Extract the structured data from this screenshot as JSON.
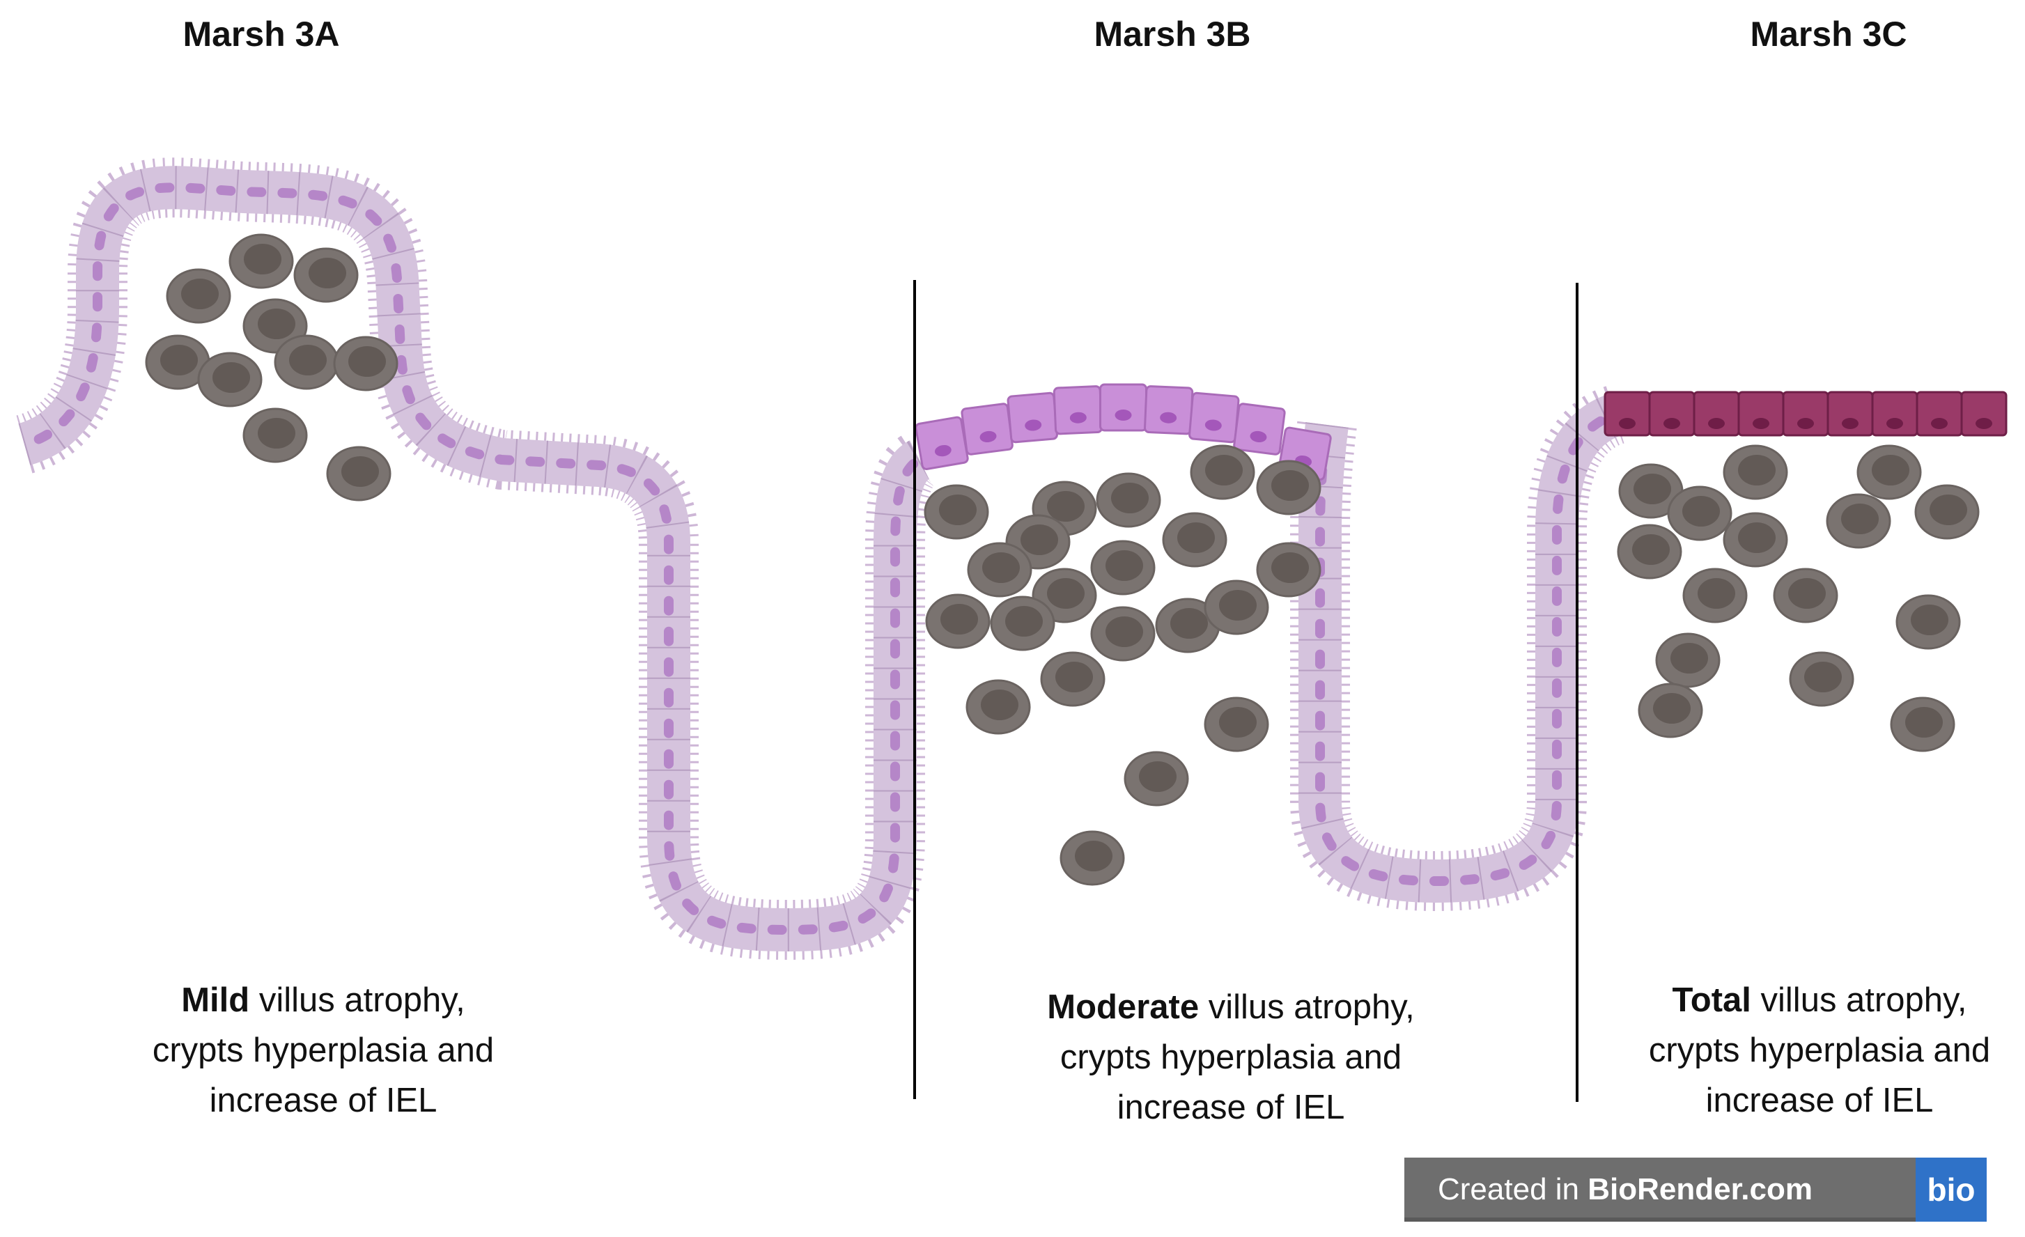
{
  "panels": [
    {
      "title": "Marsh 3A",
      "caption_bold": "Mild",
      "caption_line1_rest": " villus atrophy,",
      "caption_line2": "crypts hyperplasia and",
      "caption_line3": "increase of IEL"
    },
    {
      "title": "Marsh 3B",
      "caption_bold": "Moderate",
      "caption_line1_rest": " villus atrophy,",
      "caption_line2": "crypts hyperplasia and",
      "caption_line3": "increase of IEL"
    },
    {
      "title": "Marsh 3C",
      "caption_bold": "Total",
      "caption_line1_rest": " villus atrophy,",
      "caption_line2": "crypts hyperplasia and",
      "caption_line3": "increase of IEL"
    }
  ],
  "badge": {
    "prefix": "Created in ",
    "brand": "BioRender.com",
    "logo": "bio"
  },
  "colors": {
    "epithelium": "#d5c3dd",
    "epithelium_edge": "#b79fc2",
    "epithelium_nucleus": "#b586c8",
    "flat_cells_3b": "#c98fd8",
    "flat_cells_3b_nucleus": "#a457ba",
    "flat_cells_3c": "#9a3a68",
    "flat_cells_3c_nucleus": "#6f1d47",
    "lymphocyte": "#7a7370",
    "lymphocyte_core": "#625a56",
    "divider": "#000000",
    "badge_bg": "#6e6e6e",
    "badge_logo_bg": "#2f72c8"
  },
  "icons": [
    "lymphocyte-icon",
    "epithelial-cell-icon",
    "biorender-logo-icon"
  ]
}
